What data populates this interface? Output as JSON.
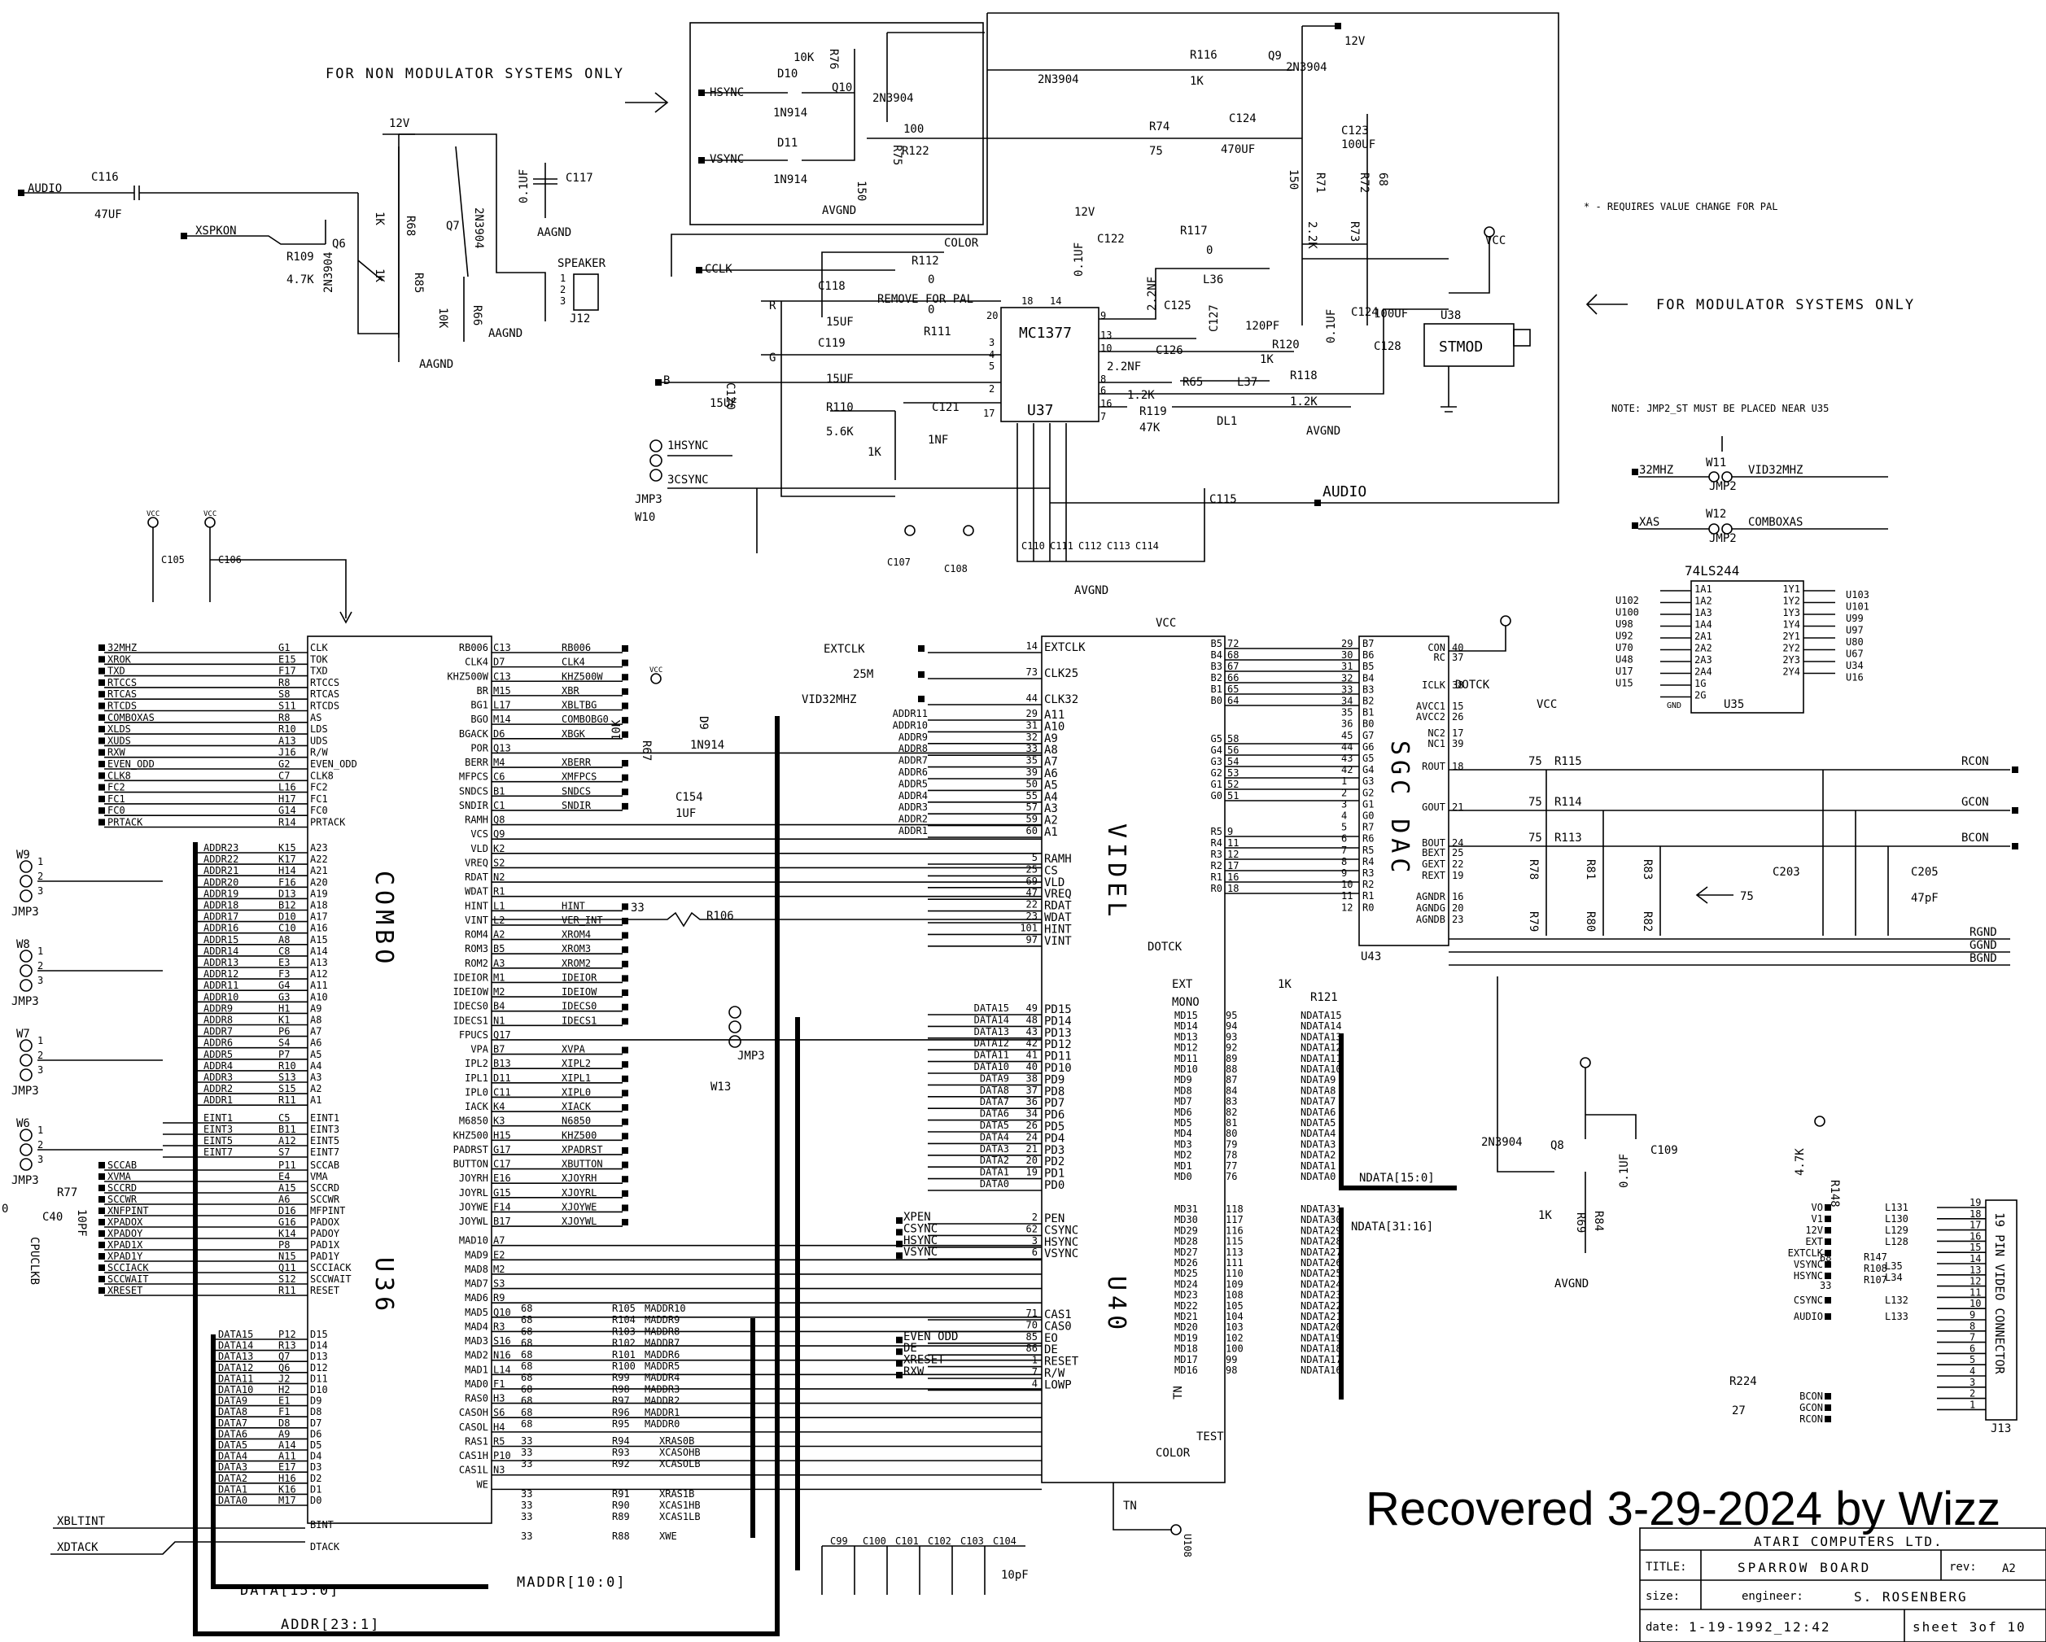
{
  "notes": {
    "non_modulator": "FOR NON MODULATOR SYSTEMS ONLY",
    "modulator": "FOR MODULATOR SYSTEMS ONLY",
    "pal_note": "* - REQUIRES VALUE CHANGE FOR PAL",
    "jmp2_note": "NOTE: JMP2_ST MUST BE PLACED NEAR U35",
    "remove_pal": "REMOVE FOR PAL",
    "recovered": "Recovered 3-29-2024 by Wizz"
  },
  "labels": {
    "audio_in": "AUDIO",
    "c116": "C116",
    "c116v": "47UF",
    "xspkon": "XSPKON",
    "r109": "R109",
    "r109v": "4.7K",
    "q6": "Q6",
    "q6t": "2N3904",
    "v12a": "12V",
    "r68": "R68",
    "r68v": "1K",
    "r85": "R85",
    "r85v": "1K",
    "q7": "Q7",
    "q7t": "2N3904",
    "r66": "R66",
    "r66v": "10K",
    "c117": "C117",
    "c117v": "0.1UF",
    "aagnd": "AAGND",
    "speaker": "SPEAKER",
    "j12": "J12",
    "hsync": "HSYNC",
    "vsync": "VSYNC",
    "d10": "D10",
    "d11": "D11",
    "d1n": "1N914",
    "r76": "R76",
    "r76v": "10K",
    "q10": "Q10",
    "q10t": "2N3904",
    "r122": "R122",
    "r122v": "100",
    "r75": "R75",
    "r75v": "150",
    "avgnd": "AVGND",
    "q2n": "2N3904",
    "r116": "R116",
    "r116v": "1K",
    "q9": "Q9",
    "q9t": "2N3904",
    "v12b": "12V",
    "r74": "R74",
    "r74v": "75",
    "c124": "C124",
    "c124v": "470UF",
    "c123": "C123",
    "c123v": "100UF",
    "r71": "R71",
    "r71v": "150",
    "r72": "R72",
    "r72v": "68",
    "r73": "R73",
    "r73v": "2.2K",
    "color": "COLOR",
    "cclk": "CCLK",
    "r112": "R112",
    "r111": "R111",
    "zero": "0",
    "c118": "C118",
    "c119": "C119",
    "c120": "C120",
    "c15uf": "15UF",
    "r": "R",
    "g": "G",
    "b": "B",
    "mc1377": "MC1377",
    "u37": "U37",
    "r110": "R110",
    "r110v": "5.6K",
    "c121": "C121",
    "c121v": "1NF",
    "r1k": "1K",
    "v12c": "12V",
    "c122": "C122",
    "c122v": "0.1UF",
    "c125": "C125",
    "c125v": "2.2NF",
    "r117": "R117",
    "l36": "L36",
    "c126": "C126",
    "c126v": "2.2NF",
    "c127": "C127",
    "c127v": "120PF",
    "r120": "R120",
    "r65": "R65",
    "r65v": "1.2K",
    "l37": "L37",
    "dl1": "DL1",
    "r118": "R118",
    "r118v": "1.2K",
    "r119": "R119",
    "r119v": "47K",
    "c128": "C128",
    "c128v": "0.1UF",
    "c100uf": "100UF",
    "u38": "U38",
    "stmod": "STMOD",
    "hsync1": "1HSYNC",
    "csync3": "3CSYNC",
    "jmp3": "JMP3",
    "w10": "W10",
    "audio2": "AUDIO",
    "c110": "C110",
    "c111": "C111",
    "c112": "C112",
    "c113": "C113",
    "c114": "C114",
    "c115": "C115",
    "c107": "C107",
    "c108": "C108",
    "c105": "C105",
    "c106": "C106",
    "mhz32": "32MHZ",
    "w11": "W11",
    "jmp2": "JMP2",
    "vid32": "VID32MHZ",
    "xas": "XAS",
    "w12": "W12",
    "comboxas": "COMBOXAS",
    "ls244": "74LS244",
    "u35": "U35",
    "combo": "COMBO",
    "u36": "U36",
    "videl": "VIDEL",
    "u40": "U40",
    "sgcdac": "SGC DAC",
    "u43": "U43",
    "j13": "J13",
    "vidcon": "19 PIN VIDEO CONNECTOR",
    "vcc": "VCC",
    "gnd": "GND",
    "r67": "R67",
    "r67v": "10K",
    "d9": "D9",
    "c154": "C154",
    "c154v": "1UF",
    "r106": "R106",
    "r106v": "33",
    "w13": "W13",
    "r77": "R77",
    "c40": "C40",
    "c10pf": "10PF",
    "cpuclkb": "CPUCLKB",
    "data15": "DATA[15:0]",
    "addr23": "ADDR[23:1]",
    "maddr": "MADDR[10:0]",
    "xbltint": "XBLTINT",
    "xdtack": "XDTACK",
    "ndata15": "NDATA[15:0]",
    "ndata31": "NDATA[31:16]",
    "extclk": "EXTCLK",
    "m25": "25M",
    "vid32b": "VID32MHZ",
    "vcc2": "VCC",
    "r115": "R115",
    "r114": "R114",
    "r113": "R113",
    "r75b": "75",
    "rcon": "RCON",
    "gcon": "GCON",
    "bcon": "BCON",
    "c203": "C203",
    "c205": "C205",
    "c47pf": "47pF",
    "r78": "R78",
    "r79": "R79",
    "r80": "R80",
    "r81": "R81",
    "r82": "R82",
    "r83": "R83",
    "n75": "75",
    "rgnd": "RGND",
    "ggnd": "GGND",
    "bgnd": "BGND",
    "q8": "Q8",
    "q8t": "2N3904",
    "c109": "C109",
    "c109v": "0.1UF",
    "r69": "R69",
    "r69v": "1K",
    "r84": "R84",
    "r148": "R148",
    "r148v": "4.7K",
    "r224": "R224",
    "r224v": "27",
    "r147": "R147",
    "r108": "R108",
    "r107": "R107",
    "n68": "68",
    "n33": "33",
    "c99": "C99",
    "c100": "C100",
    "c101": "C101",
    "c102": "C102",
    "c103": "C103",
    "c104": "C104",
    "c10pf2": "10pF",
    "u108": "U108",
    "tn": "TN",
    "color2": "COLOR",
    "mono": "MONO",
    "r121": "R121",
    "dotck": "DOTCK",
    "ext": "EXT"
  },
  "combo_left": [
    "32MHZ",
    "XROK",
    "TXD",
    "RTCCS",
    "RTCAS",
    "RTCDS",
    "COMBOXAS",
    "XLDS",
    "XUDS",
    "RXW",
    "EVEN_ODD",
    "CLK8",
    "FC2",
    "FC1",
    "FC0",
    "PRTACK"
  ],
  "combo_left_pins": [
    "G1",
    "E15",
    "F17",
    "R8",
    "S8",
    "S11",
    "R8",
    "R10",
    "A13",
    "J16",
    "G2",
    "C7",
    "L16",
    "H17",
    "G14",
    "R14"
  ],
  "combo_inner": [
    "CLK",
    "TOK",
    "TXD",
    "RTCCS",
    "RTCAS",
    "RTCDS",
    "AS",
    "LDS",
    "UDS",
    "R/W",
    "EVEN_ODD",
    "CLK8",
    "FC2",
    "FC1",
    "FC0",
    "PRTACK"
  ],
  "addr_labels": [
    "ADDR23",
    "ADDR22",
    "ADDR21",
    "ADDR20",
    "ADDR19",
    "ADDR18",
    "ADDR17",
    "ADDR16",
    "ADDR15",
    "ADDR14",
    "ADDR13",
    "ADDR12",
    "ADDR11",
    "ADDR10",
    "ADDR9",
    "ADDR8",
    "ADDR7",
    "ADDR6",
    "ADDR5",
    "ADDR4",
    "ADDR3",
    "ADDR2",
    "ADDR1"
  ],
  "addr_pins": [
    "K15",
    "K17",
    "H14",
    "F16",
    "D13",
    "B12",
    "D10",
    "C10",
    "A8",
    "C8",
    "E3",
    "F3",
    "G4",
    "G3",
    "H1",
    "K1",
    "P6",
    "S4",
    "P7",
    "R10",
    "S13",
    "S15",
    "R11"
  ],
  "combo_a": [
    "A23",
    "A22",
    "A21",
    "A20",
    "A19",
    "A18",
    "A17",
    "A16",
    "A15",
    "A14",
    "A13",
    "A12",
    "A11",
    "A10",
    "A9",
    "A8",
    "A7",
    "A6",
    "A5",
    "A4",
    "A3",
    "A2",
    "A1"
  ],
  "eint": [
    "EINT1",
    "EINT3",
    "EINT5",
    "EINT7"
  ],
  "eint_pins": [
    "C5",
    "B11",
    "A12",
    "S7"
  ],
  "combo_left2": [
    "SCCAB",
    "XVMA",
    "SCCRD",
    "SCCWR",
    "XNFPINT",
    "XPADOX",
    "XPADOY",
    "XPAD1X",
    "XPAD1Y",
    "SCCIACK",
    "SCCWAIT",
    "XRESET"
  ],
  "combo_left2_pins": [
    "P11",
    "E4",
    "A15",
    "A6",
    "D16",
    "G16",
    "K14",
    "P8",
    "N15",
    "Q11",
    "S12",
    "R11"
  ],
  "combo_inner2": [
    "SCCAB",
    "VMA",
    "SCCRD",
    "SCCWR",
    "MFPINT",
    "PADOX",
    "PADOY",
    "PAD1X",
    "PAD1Y",
    "SCCIACK",
    "SCCWAIT",
    "RESET"
  ],
  "data_labels": [
    "DATA15",
    "DATA14",
    "DATA13",
    "DATA12",
    "DATA11",
    "DATA10",
    "DATA9",
    "DATA8",
    "DATA7",
    "DATA6",
    "DATA5",
    "DATA4",
    "DATA3",
    "DATA2",
    "DATA1",
    "DATA0"
  ],
  "data_pins": [
    "P12",
    "R13",
    "Q7",
    "Q6",
    "J2",
    "H2",
    "E1",
    "F1",
    "D8",
    "A9",
    "A14",
    "A11",
    "E17",
    "H16",
    "K16",
    "M17"
  ],
  "combo_d": [
    "D15",
    "D14",
    "D13",
    "D12",
    "D11",
    "D10",
    "D9",
    "D8",
    "D7",
    "D6",
    "D5",
    "D4",
    "D3",
    "D2",
    "D1",
    "D0"
  ],
  "combo_right_in": [
    "RB006",
    "CLK4",
    "KHZ500W",
    "BR",
    "BG1",
    "BGO",
    "BGACK",
    "POR",
    "BERR",
    "MFPCS",
    "SNDCS",
    "SNDIR",
    "RAMH",
    "VCS",
    "VLD",
    "VREQ",
    "RDAT",
    "WDAT",
    "HINT",
    "VINT",
    "ROM4",
    "ROM3",
    "ROM2",
    "IDEIOR",
    "IDEIOW",
    "IDECS0",
    "IDECS1",
    "FPUCS",
    "VPA",
    "IPL2",
    "IPL1",
    "IPL0",
    "IACK",
    "M6850",
    "KHZ500",
    "PADRST",
    "BUTTON",
    "JOYRH",
    "JOYRL",
    "JOYWE",
    "JOYWL",
    "MAD10",
    "MAD9",
    "MAD8",
    "MAD7",
    "MAD6",
    "MAD5",
    "MAD4",
    "MAD3",
    "MAD2",
    "MAD1",
    "MAD0",
    "RAS0",
    "CASOH",
    "CASOL",
    "RAS1",
    "CAS1H",
    "CAS1L",
    "WE"
  ],
  "combo_right_pins": [
    "C13",
    "D7",
    "C13",
    "M15",
    "L17",
    "M14",
    "D6",
    "Q13",
    "M4",
    "C6",
    "B1",
    "C1",
    "Q8",
    "Q9",
    "K2",
    "S2",
    "N2",
    "R1",
    "L1",
    "L2",
    "A2",
    "B5",
    "A3",
    "M1",
    "M2",
    "B4",
    "N1",
    "Q17",
    "B7",
    "B13",
    "D11",
    "C11",
    "K4",
    "K3",
    "H15",
    "G17",
    "C17",
    "E16",
    "G15",
    "F14",
    "B17",
    "A7",
    "E2",
    "M2",
    "S3",
    "R9",
    "Q10",
    "R3",
    "S16",
    "N16",
    "L14",
    "F1",
    "H3",
    "S6",
    "H4",
    "R5",
    "P10",
    "N3"
  ],
  "combo_right_nets": [
    "RB006",
    "CLK4",
    "KHZ500W",
    "XBR",
    "XBLTBG",
    "COMBOBG0",
    "XBGK",
    "",
    "XBERR",
    "XMFPCS",
    "SNDCS",
    "SNDIR",
    "",
    "",
    "",
    "",
    "",
    "",
    "HINT",
    "VER_INT",
    "XROM4",
    "XROM3",
    "XROM2",
    "IDEIOR",
    "IDEIOW",
    "IDECS0",
    "IDECS1",
    "",
    "XVPA",
    "XIPL2",
    "XIPL1",
    "XIPL0",
    "XIACK",
    "N6850",
    "KHZ500",
    "XPADRST",
    "XBUTTON",
    "XJOYRH",
    "XJOYRL",
    "XJOYWE",
    "XJOYWL"
  ],
  "maddr_labels": [
    "MADDR10",
    "MADDR9",
    "MADDR8",
    "MADDR7",
    "MADDR6",
    "MADDR5",
    "MADDR4",
    "MADDR3",
    "MADDR2",
    "MADDR1",
    "MADDR0"
  ],
  "maddr_res": [
    "R105",
    "R104",
    "R103",
    "R102",
    "R101",
    "R100",
    "R99",
    "R98",
    "R97",
    "R96",
    "R95"
  ],
  "ras_nets": [
    "XRAS0B",
    "XCASOHB",
    "XCASOLB",
    "XRAS1B",
    "XCAS1HB",
    "XCAS1LB",
    "XWE"
  ],
  "ras_res": [
    "R94",
    "R93",
    "R92",
    "R91",
    "R90",
    "R89",
    "R88"
  ],
  "videl_left": [
    "EXTCLK",
    "CLK25",
    "CLK32",
    "A11",
    "A10",
    "A9",
    "A8",
    "A7",
    "A6",
    "A5",
    "A4",
    "A3",
    "A2",
    "A1",
    "RAMH",
    "CS",
    "VLD",
    "VREQ",
    "RDAT",
    "WDAT",
    "HINT",
    "VINT",
    "PD15",
    "PD14",
    "PD13",
    "PD12",
    "PD11",
    "PD10",
    "PD9",
    "PD8",
    "PD7",
    "PD6",
    "PD5",
    "PD4",
    "PD3",
    "PD2",
    "PD1",
    "PD0",
    "PEN",
    "CSYNC",
    "HSYNC",
    "VSYNC",
    "CAS1",
    "CAS0",
    "EO",
    "DE",
    "RESET",
    "R/W",
    "LOWP"
  ],
  "videl_left_pins": [
    "14",
    "73",
    "44",
    "29",
    "31",
    "32",
    "33",
    "35",
    "39",
    "50",
    "55",
    "57",
    "59",
    "60",
    "5",
    "25",
    "69",
    "47",
    "22",
    "23",
    "101",
    "97",
    "49",
    "48",
    "43",
    "42",
    "41",
    "40",
    "38",
    "37",
    "36",
    "34",
    "26",
    "24",
    "21",
    "20",
    "19",
    "",
    "2",
    "62",
    "3",
    "6",
    "71",
    "70",
    "85",
    "86",
    "1",
    "7",
    "4"
  ],
  "videl_addr": [
    "ADDR11",
    "ADDR10",
    "ADDR9",
    "ADDR8",
    "ADDR7",
    "ADDR6",
    "ADDR5",
    "ADDR4",
    "ADDR3",
    "ADDR2",
    "ADDR1"
  ],
  "videl_data": [
    "DATA15",
    "DATA14",
    "DATA13",
    "DATA12",
    "DATA11",
    "DATA10",
    "DATA9",
    "DATA8",
    "DATA7",
    "DATA6",
    "DATA5",
    "DATA4",
    "DATA3",
    "DATA2",
    "DATA1",
    "DATA0"
  ],
  "videl_ctrl": [
    "XPEN",
    "CSYNC",
    "HSYNC",
    "VSYNC",
    "EVEN_ODD",
    "DE",
    "XRESET",
    "RXW"
  ],
  "videl_right": [
    "B5",
    "B4",
    "B3",
    "B2",
    "B1",
    "B0",
    "G5",
    "G4",
    "G3",
    "G2",
    "G1",
    "G0",
    "R5",
    "R4",
    "R3",
    "R2",
    "R1",
    "R0"
  ],
  "videl_right_pins": [
    "72",
    "68",
    "67",
    "66",
    "65",
    "64",
    "58",
    "56",
    "54",
    "53",
    "52",
    "51",
    "9",
    "11",
    "12",
    "17",
    "16",
    "18"
  ],
  "md_lo": [
    "MD15",
    "MD14",
    "MD13",
    "MD12",
    "MD11",
    "MD10",
    "MD9",
    "MD8",
    "MD7",
    "MD6",
    "MD5",
    "MD4",
    "MD3",
    "MD2",
    "MD1",
    "MD0"
  ],
  "md_lo_pins": [
    "95",
    "94",
    "93",
    "92",
    "89",
    "88",
    "87",
    "84",
    "83",
    "82",
    "81",
    "80",
    "79",
    "78",
    "77",
    "76"
  ],
  "nd_lo": [
    "NDATA15",
    "NDATA14",
    "NDATA13",
    "NDATA12",
    "NDATA11",
    "NDATA10",
    "NDATA9",
    "NDATA8",
    "NDATA7",
    "NDATA6",
    "NDATA5",
    "NDATA4",
    "NDATA3",
    "NDATA2",
    "NDATA1",
    "NDATA0"
  ],
  "md_hi": [
    "MD31",
    "MD30",
    "MD29",
    "MD28",
    "MD27",
    "MD26",
    "MD25",
    "MD24",
    "MD23",
    "MD22",
    "MD21",
    "MD20",
    "MD19",
    "MD18",
    "MD17",
    "MD16"
  ],
  "md_hi_pins": [
    "118",
    "117",
    "116",
    "115",
    "113",
    "111",
    "110",
    "109",
    "108",
    "105",
    "104",
    "103",
    "102",
    "100",
    "99",
    "98"
  ],
  "nd_hi": [
    "NDATA31",
    "NDATA30",
    "NDATA29",
    "NDATA28",
    "NDATA27",
    "NDATA26",
    "NDATA25",
    "NDATA24",
    "NDATA23",
    "NDATA22",
    "NDATA21",
    "NDATA20",
    "NDATA19",
    "NDATA18",
    "NDATA17",
    "NDATA16"
  ],
  "dac_left": [
    "B7",
    "B6",
    "B5",
    "B4",
    "B3",
    "B2",
    "B1",
    "B0",
    "G7",
    "G6",
    "G5",
    "G4",
    "G3",
    "G2",
    "G1",
    "G0",
    "R7",
    "R6",
    "R5",
    "R4",
    "R3",
    "R2",
    "R1",
    "R0"
  ],
  "dac_left_pins": [
    "29",
    "30",
    "31",
    "32",
    "33",
    "34",
    "35",
    "36",
    "45",
    "44",
    "43",
    "42",
    "1",
    "2",
    "3",
    "4",
    "5",
    "6",
    "7",
    "8",
    "9",
    "10",
    "11",
    "12"
  ],
  "dac_right": [
    "CON",
    "RC",
    "ICLK",
    "AVCC1",
    "AVCC2",
    "NC2",
    "NC1",
    "ROUT",
    "GOUT",
    "BOUT",
    "BEXT",
    "GEXT",
    "REXT",
    "AGNDR",
    "AGNDG",
    "AGNDB"
  ],
  "dac_right_pins": [
    "40",
    "37",
    "38",
    "15",
    "26",
    "17",
    "39",
    "18",
    "21",
    "24",
    "25",
    "22",
    "19",
    "16",
    "20",
    "23"
  ],
  "ls_in": [
    "1A1",
    "1A2",
    "1A3",
    "1A4",
    "2A1",
    "2A2",
    "2A3",
    "2A4",
    "1G",
    "2G"
  ],
  "ls_out": [
    "1Y1",
    "1Y2",
    "1Y3",
    "1Y4",
    "2Y1",
    "2Y2",
    "2Y3",
    "2Y4"
  ],
  "ls_in_u": [
    "U102",
    "U100",
    "U98",
    "U92",
    "U70",
    "U48",
    "U17",
    "U15"
  ],
  "ls_out_u": [
    "U103",
    "U101",
    "U99",
    "U97",
    "U80",
    "U67",
    "U34",
    "U16"
  ],
  "j13_in": [
    "VO",
    "V1",
    "12V",
    "EXT",
    "EXTCLK",
    "VSYNC",
    "HSYNC",
    "CSYNC",
    "AUDIO",
    "BCON",
    "GCON",
    "RCON"
  ],
  "j13_res": [
    "L131",
    "L130",
    "L129",
    "L128",
    "L35",
    "L34",
    "L132",
    "L133"
  ],
  "j13_pins": [
    "19",
    "18",
    "17",
    "16",
    "15",
    "14",
    "13",
    "12",
    "11",
    "10",
    "9",
    "8",
    "7",
    "6",
    "5",
    "4",
    "3",
    "2",
    "1"
  ],
  "title_block": {
    "company": "ATARI COMPUTERS LTD.",
    "title_label": "TITLE:",
    "title": "SPARROW BOARD",
    "rev_label": "rev:",
    "rev": "A2",
    "size_label": "size:",
    "engineer_label": "engineer:",
    "engineer": "S. ROSENBERG",
    "date_label": "date:",
    "date": "1-19-1992_12:42",
    "sheet": "sheet 3of 10"
  }
}
